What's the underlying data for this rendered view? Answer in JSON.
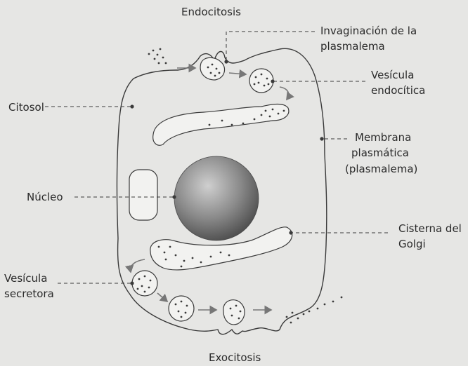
{
  "labels": {
    "endocitosis": "Endocitosis",
    "invaginacion_1": "Invaginación de la",
    "invaginacion_2": "plasmalema",
    "vesicula_endo_1": "Vesícula",
    "vesicula_endo_2": "endocítica",
    "citosol": "Citosol",
    "membrana_1": "Membrana",
    "membrana_2": "plasmática",
    "membrana_3": "(plasmalema)",
    "nucleo": "Núcleo",
    "cisterna_1": "Cisterna del",
    "cisterna_2": "Golgi",
    "vesicula_sec_1": "Vesícula",
    "vesicula_sec_2": "secretora",
    "exocitosis": "Exocitosis"
  },
  "colors": {
    "background": "#e6e6e4",
    "line": "#3a3a3a",
    "nucleus_light": "#cfcfcf",
    "nucleus_dark": "#4a4a4a"
  }
}
